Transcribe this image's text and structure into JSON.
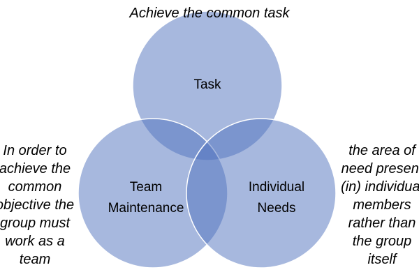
{
  "title": "Achieve the common task",
  "circles": {
    "task": "Task",
    "team": [
      "Team",
      "Maintenance"
    ],
    "individual": [
      "Individual",
      "Needs"
    ]
  },
  "left_note": [
    "In order to",
    "achieve the",
    "common",
    "objective the",
    "group must",
    "work as a",
    "team"
  ],
  "right_note": [
    "the area of",
    "need present",
    "(in) individual",
    "members",
    "rather than",
    "the group",
    "itself"
  ],
  "colors": {
    "circle_fill": "#4f72be",
    "circle_stroke": "#ffffff"
  }
}
